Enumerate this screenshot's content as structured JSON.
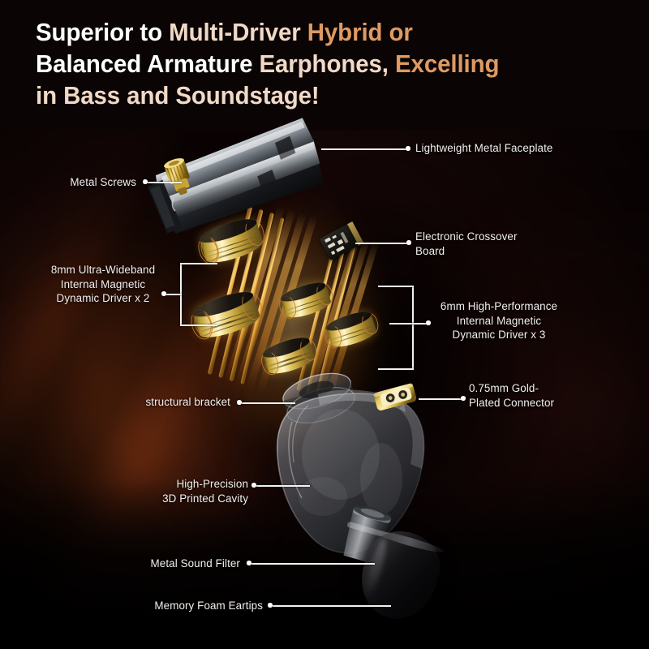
{
  "headline": {
    "line1": [
      {
        "text": "Superior",
        "tone": "white"
      },
      {
        "text": " to ",
        "tone": "white"
      },
      {
        "text": "Multi-",
        "tone": "tan"
      },
      {
        "text": "Driver ",
        "tone": "tan"
      },
      {
        "text": "Hybrid or",
        "tone": "orange"
      }
    ],
    "line2": [
      {
        "text": "Balanced ",
        "tone": "white"
      },
      {
        "text": "Armature ",
        "tone": "white"
      },
      {
        "text": "Earphones, ",
        "tone": "tan"
      },
      {
        "text": "Excelling",
        "tone": "orange"
      }
    ],
    "line3": [
      {
        "text": "in Bass and Soundstage!",
        "tone": "tan"
      }
    ],
    "plain": "Superior to Multi-Driver Hybrid or Balanced Armature Earphones, Excelling in Bass and Soundstage!"
  },
  "colors": {
    "headline_white": "#ffffff",
    "headline_tan": "#f0d9c6",
    "headline_orange": "#dd9a63",
    "label_text": "#f2efee",
    "leader_line": "#f4f1ef",
    "background_dark": "#140606",
    "background_glow": "#7e3412",
    "gold": "#e8cf76",
    "metal_silver": "#c9cdd2"
  },
  "callouts": [
    {
      "id": "metal-screws",
      "lines": [
        "Metal Screws"
      ],
      "side": "left",
      "target": "gold screw on faceplate"
    },
    {
      "id": "lightweight-metal-faceplate",
      "lines": [
        "Lightweight Metal Faceplate"
      ],
      "side": "right",
      "target": "metal faceplate"
    },
    {
      "id": "electronic-crossover-board",
      "lines": [
        "Electronic Crossover",
        "Board"
      ],
      "side": "right",
      "target": "crossover pcb"
    },
    {
      "id": "8mm-driver",
      "lines": [
        "8mm Ultra-Wideband",
        "Internal Magnetic",
        "Dynamic Driver x 2"
      ],
      "side": "left",
      "target": "two large gold drivers"
    },
    {
      "id": "6mm-driver",
      "lines": [
        "6mm High-Performance",
        "Internal Magnetic",
        "Dynamic Driver x 3"
      ],
      "side": "right",
      "target": "three small gold drivers"
    },
    {
      "id": "structural-bracket",
      "lines": [
        "structural bracket"
      ],
      "side": "left",
      "target": "clear bracket ring"
    },
    {
      "id": "gold-plated-connector",
      "lines": [
        "0.75mm Gold-",
        "Plated Connector"
      ],
      "side": "right",
      "target": "two pin socket"
    },
    {
      "id": "3d-printed-cavity",
      "lines": [
        "High-Precision",
        "3D Printed Cavity"
      ],
      "side": "left",
      "target": "translucent shell"
    },
    {
      "id": "metal-sound-filter",
      "lines": [
        "Metal Sound Filter"
      ],
      "side": "left",
      "target": "nozzle filter"
    },
    {
      "id": "memory-foam-eartips",
      "lines": [
        "Memory Foam Eartips"
      ],
      "side": "left",
      "target": "black eartip"
    }
  ],
  "product": {
    "driver_count_8mm": 2,
    "driver_count_6mm": 3,
    "total_drivers": 5
  }
}
